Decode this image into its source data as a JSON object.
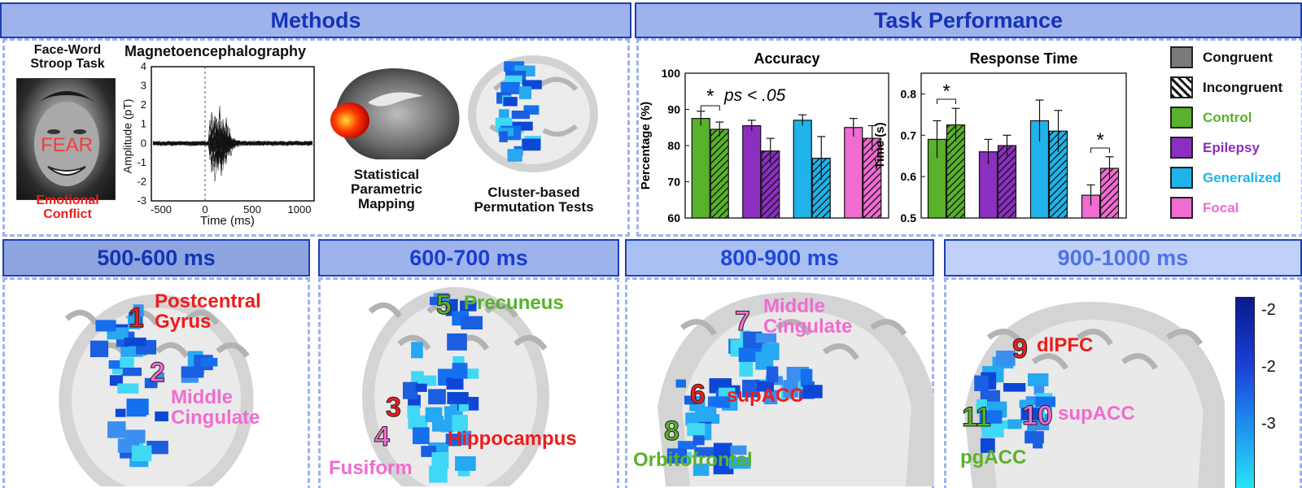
{
  "methods": {
    "header": "Methods",
    "stroop_title": "Face-Word\nStroop Task",
    "face_word": "FEAR",
    "emotional_conflict": "Emotional\nConflict",
    "meg_title": "Magnetoencephalography",
    "meg_ylabel": "Amplitude (pT)",
    "meg_xlabel": "Time (ms)",
    "meg_yticks": [
      "4",
      "3",
      "2",
      "1",
      "0",
      "-1",
      "-2",
      "-3"
    ],
    "meg_xticks": [
      "-500",
      "0",
      "500",
      "1000"
    ],
    "spm_label": "Statistical\nParametric\nMapping",
    "cluster_label": "Cluster-based\nPermutation Tests"
  },
  "task": {
    "header": "Task Performance",
    "legend": [
      {
        "label": "Congruent",
        "color": "#7a7a7a",
        "hatch": false,
        "text_color": "#111111"
      },
      {
        "label": "Incongruent",
        "color": "#ffffff",
        "hatch": true,
        "text_color": "#111111"
      },
      {
        "label": "Control",
        "color": "#58b22b",
        "hatch": false,
        "text_color": "#58b22b"
      },
      {
        "label": "Epilepsy",
        "color": "#8a2fbf",
        "hatch": false,
        "text_color": "#8a2fbf"
      },
      {
        "label": "Generalized",
        "color": "#1fb3ea",
        "hatch": false,
        "text_color": "#1fb3ea"
      },
      {
        "label": "Focal",
        "color": "#f06cd0",
        "hatch": false,
        "text_color": "#f06cd0"
      }
    ]
  },
  "chart_data": [
    {
      "type": "bar",
      "title": "Accuracy",
      "ylabel": "Percentage (%)",
      "ylim": [
        60,
        100
      ],
      "yticks": [
        "60",
        "70",
        "80",
        "90",
        "100"
      ],
      "categories": [
        "Control",
        "Epilepsy",
        "Generalized",
        "Focal"
      ],
      "series": [
        {
          "name": "Congruent",
          "values": [
            87.5,
            85.5,
            87,
            85
          ],
          "errors": [
            2,
            1.5,
            1.5,
            2.5
          ]
        },
        {
          "name": "Incongruent",
          "values": [
            84.5,
            78.5,
            76.5,
            82
          ],
          "errors": [
            2,
            3.5,
            6,
            3.5
          ]
        }
      ],
      "annotations": [
        "*",
        "ps < .05"
      ]
    },
    {
      "type": "bar",
      "title": "Response Time",
      "ylabel": "Time (s)",
      "ylim": [
        0.5,
        0.85
      ],
      "yticks": [
        "0.5",
        "0.6",
        "0.7",
        "0.8"
      ],
      "categories": [
        "Control",
        "Epilepsy",
        "Generalized",
        "Focal"
      ],
      "series": [
        {
          "name": "Congruent",
          "values": [
            0.69,
            0.66,
            0.735,
            0.555
          ],
          "errors": [
            0.045,
            0.03,
            0.05,
            0.025
          ]
        },
        {
          "name": "Incongruent",
          "values": [
            0.725,
            0.675,
            0.71,
            0.62
          ],
          "errors": [
            0.04,
            0.025,
            0.05,
            0.028
          ]
        }
      ],
      "annotations": [
        "*",
        "*"
      ]
    }
  ],
  "panels": [
    {
      "header": "500-600 ms",
      "header_bg": "#8ea5e0",
      "header_color": "#1533b5",
      "labels": [
        {
          "num": "1",
          "num_color": "#ee1c1c",
          "text": "Postcentral\nGyrus",
          "color": "#ee1c1c"
        },
        {
          "num": "2",
          "num_color": "#f06cd0",
          "text": "Middle\nCingulate",
          "color": "#f06cd0"
        }
      ]
    },
    {
      "header": "600-700 ms",
      "header_bg": "#9eb3ec",
      "header_color": "#1a3dd0",
      "labels": [
        {
          "num": "5",
          "num_color": "#58b22b",
          "text": "Precuneus",
          "color": "#58b22b"
        },
        {
          "num": "3",
          "num_color": "#ee1c1c",
          "text": "Hippocampus",
          "color": "#ee1c1c"
        },
        {
          "num": "4",
          "num_color": "#f06cd0",
          "text": "Fusiform",
          "color": "#f06cd0"
        }
      ]
    },
    {
      "header": "800-900 ms",
      "header_bg": "#aabff2",
      "header_color": "#1f48d8",
      "labels": [
        {
          "num": "7",
          "num_color": "#f06cd0",
          "text": "Middle\nCingulate",
          "color": "#f06cd0"
        },
        {
          "num": "6",
          "num_color": "#ee1c1c",
          "text": "supACC",
          "color": "#ee1c1c"
        },
        {
          "num": "8",
          "num_color": "#58b22b",
          "text": "Orbitofrontal",
          "color": "#58b22b"
        }
      ]
    },
    {
      "header": "900-1000 ms",
      "header_bg": "#c0d0f7",
      "header_color": "#4c74e6",
      "labels": [
        {
          "num": "9",
          "num_color": "#ee1c1c",
          "text": "dlPFC",
          "color": "#ee1c1c"
        },
        {
          "num": "10",
          "num_color": "#f06cd0",
          "text": "supACC",
          "color": "#f06cd0"
        },
        {
          "num": "11",
          "num_color": "#58b22b",
          "text": "pgACC",
          "color": "#58b22b"
        }
      ],
      "colorbar_ticks": [
        "-2",
        "-2",
        "-3"
      ]
    }
  ]
}
